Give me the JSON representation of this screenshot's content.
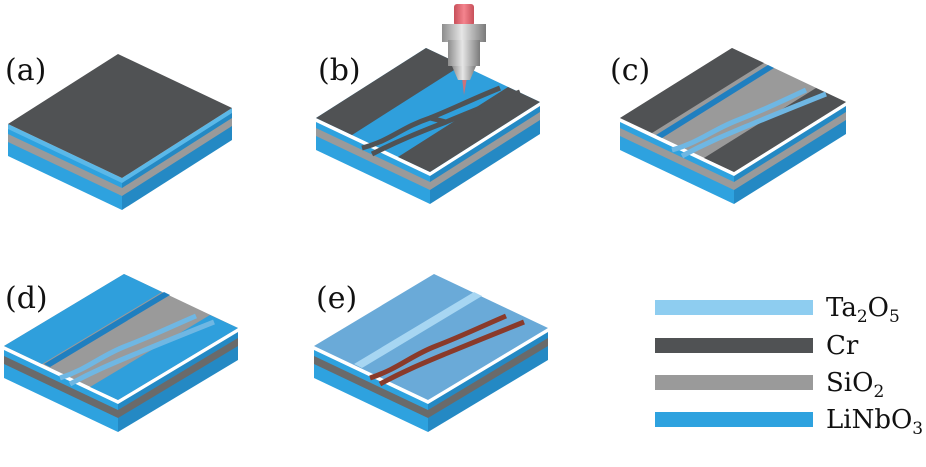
{
  "panels": [
    {
      "id": "a",
      "label": "(a)"
    },
    {
      "id": "b",
      "label": "(b)"
    },
    {
      "id": "c",
      "label": "(c)"
    },
    {
      "id": "d",
      "label": "(d)"
    },
    {
      "id": "e",
      "label": "(e)"
    }
  ],
  "legend": [
    {
      "name": "Ta2O5",
      "base1": "Ta",
      "sub1": "2",
      "base2": "O",
      "sub2": "5",
      "color": "#8ecdf0"
    },
    {
      "name": "Cr",
      "base1": "Cr",
      "sub1": "",
      "base2": "",
      "sub2": "",
      "color": "#505254"
    },
    {
      "name": "SiO2",
      "base1": "SiO",
      "sub1": "2",
      "base2": "",
      "sub2": "",
      "color": "#9a9a9a"
    },
    {
      "name": "LiNbO3",
      "base1": "LiNbO",
      "sub1": "3",
      "base2": "",
      "sub2": "",
      "color": "#2ea2df"
    }
  ],
  "colors": {
    "cr": "#505254",
    "sio2": "#9a9a9a",
    "linbo3": "#2ea2df",
    "ta2o5": "#8ecdf0",
    "etched_top": "#2f9fdc",
    "cladding_top": "#6aaad8",
    "waveguide": "#8a3a2a"
  }
}
